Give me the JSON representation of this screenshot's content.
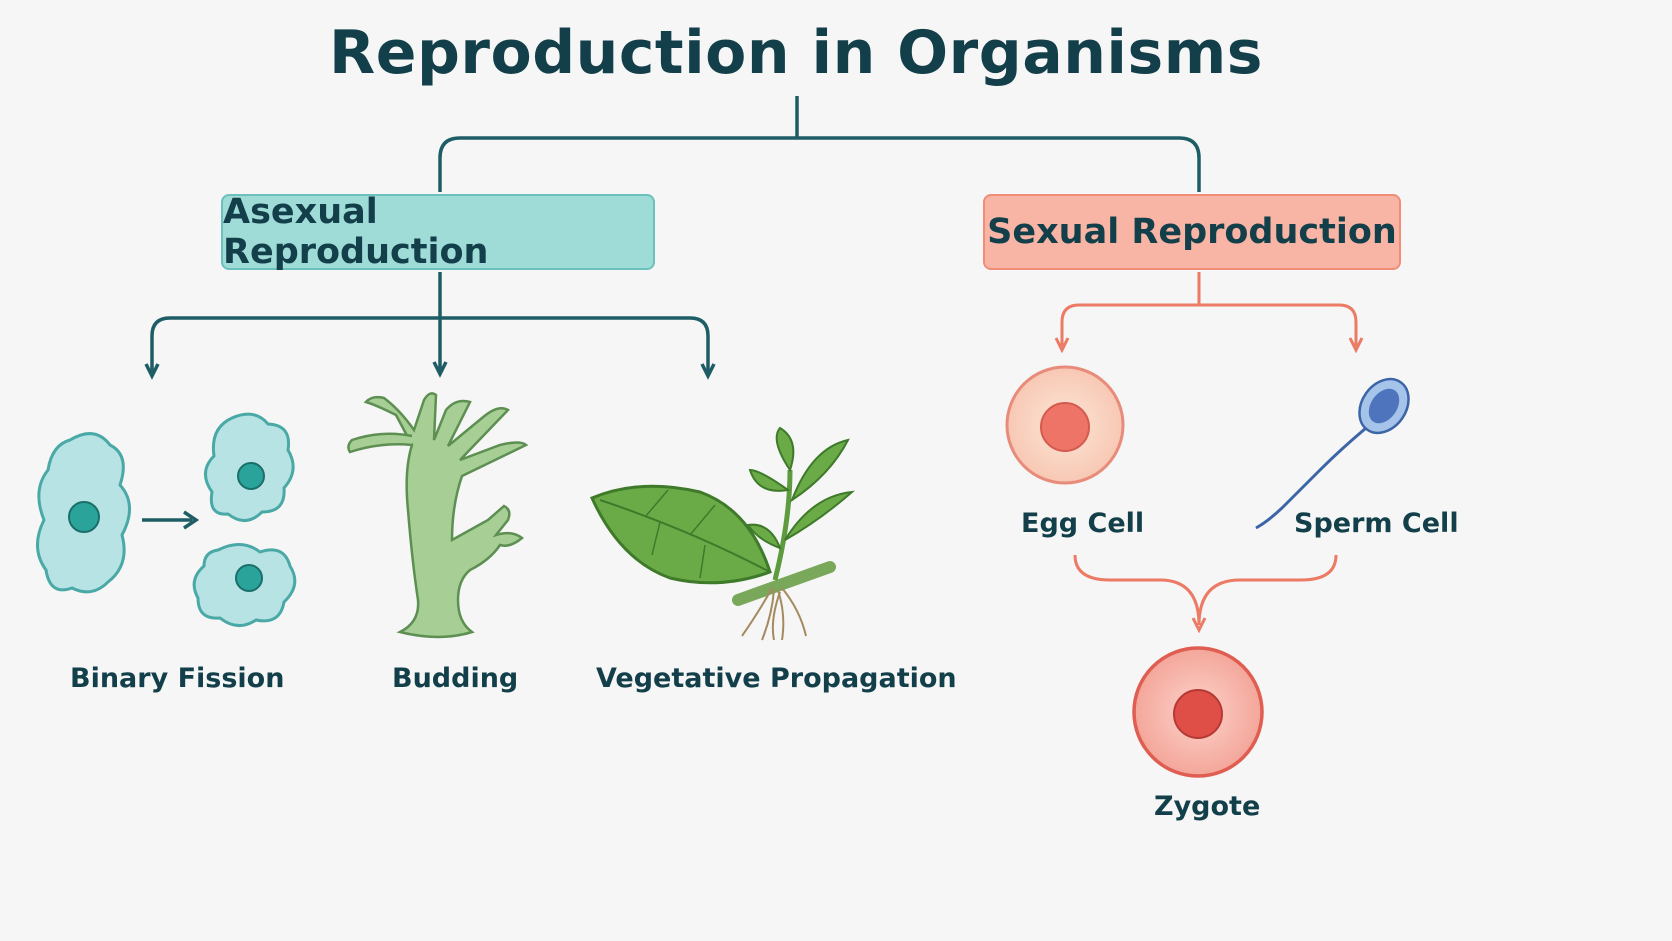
{
  "title": "Reproduction in Organisms",
  "branches": {
    "asexual": {
      "label": "Asexual Reproduction",
      "methods": [
        "Binary Fission",
        "Budding",
        "Vegetative Propagation"
      ]
    },
    "sexual": {
      "label": "Sexual Reproduction",
      "gametes": [
        "Egg Cell",
        "Sperm Cell"
      ],
      "result": "Zygote"
    }
  },
  "colors": {
    "title": "#123f4a",
    "asexual_line": "#1e5d66",
    "asexual_box": "#9fdbd7",
    "sexual_line": "#ec7a64",
    "sexual_box": "#f8b4a4",
    "cell_fill": "#b7e3e4",
    "plant_green": "#6aab47",
    "hydra_green": "#9cc58b"
  },
  "icons": [
    "amoeba-icon",
    "hydra-icon",
    "leaf-cutting-icon",
    "egg-cell-icon",
    "sperm-cell-icon",
    "zygote-icon"
  ]
}
